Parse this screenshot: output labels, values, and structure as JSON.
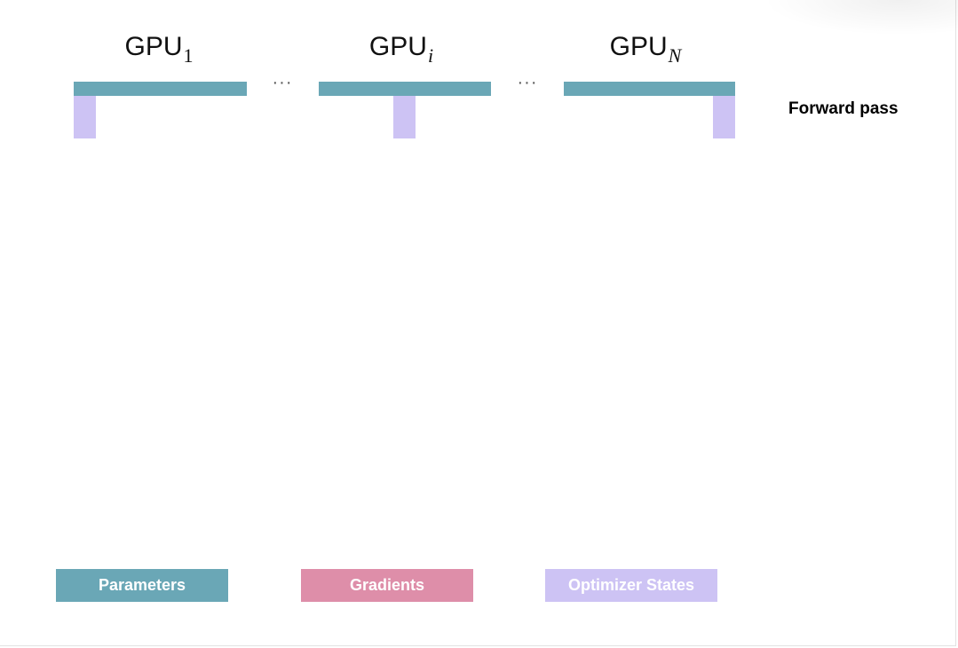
{
  "gpus": [
    {
      "base": "GPU",
      "sub": "1",
      "sub_italic": false
    },
    {
      "base": "GPU",
      "sub": "i",
      "sub_italic": true
    },
    {
      "base": "GPU",
      "sub": "N",
      "sub_italic": true
    }
  ],
  "ellipsis": "···",
  "phase_label": "Forward pass",
  "legend": {
    "parameters": "Parameters",
    "gradients": "Gradients",
    "optimizer_states": "Optimizer States"
  },
  "colors": {
    "parameters": "#6aa7b6",
    "gradients": "#de8ea9",
    "optimizer_states": "#cdc3f4"
  }
}
